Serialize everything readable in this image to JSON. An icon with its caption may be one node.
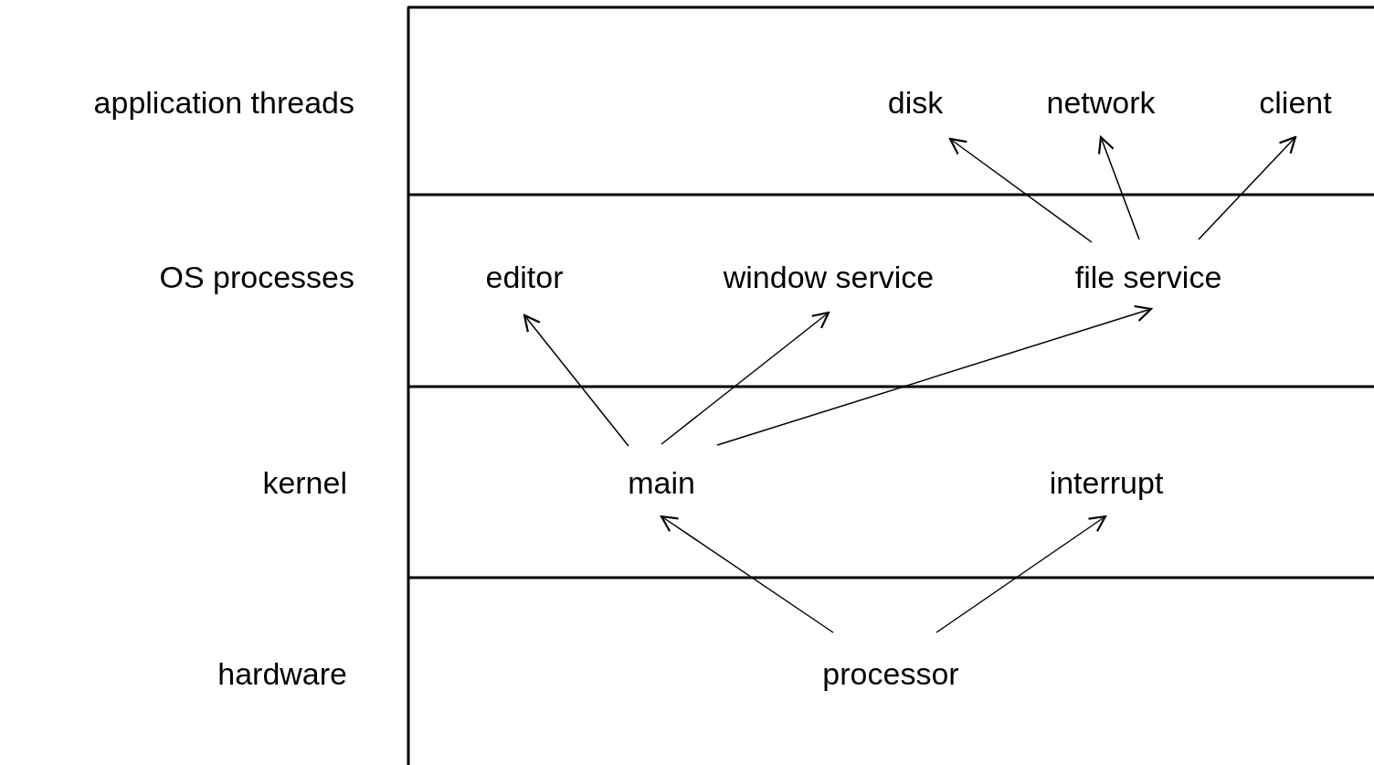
{
  "diagram": {
    "nodes": [
      {
        "text": [
          "disk"
        ]
      },
      {
        "text": [
          "network"
        ]
      },
      {
        "text": [
          "client"
        ]
      },
      {
        "text": [
          "editor"
        ]
      },
      {
        "text": [
          "window service"
        ]
      },
      {
        "text": [
          "file service"
        ]
      },
      {
        "text": [
          "main"
        ]
      },
      {
        "text": [
          "interrupt"
        ]
      },
      {
        "text": [
          "processor"
        ]
      }
    ],
    "edges": [
      {
        "from": 5,
        "to": 0,
        "arrow": "to"
      },
      {
        "from": 5,
        "to": 1,
        "arrow": "to"
      },
      {
        "from": 5,
        "to": 2,
        "arrow": "to"
      },
      {
        "from": 6,
        "to": 3,
        "arrow": "to"
      },
      {
        "from": 6,
        "to": 4,
        "arrow": "to"
      },
      {
        "from": 6,
        "to": 5,
        "arrow": "to"
      },
      {
        "from": 8,
        "to": 6,
        "arrow": "to"
      },
      {
        "from": 8,
        "to": 7,
        "arrow": "to"
      }
    ],
    "labels": [
      "application threads",
      "OS processes",
      "kernel",
      "hardware"
    ]
  }
}
